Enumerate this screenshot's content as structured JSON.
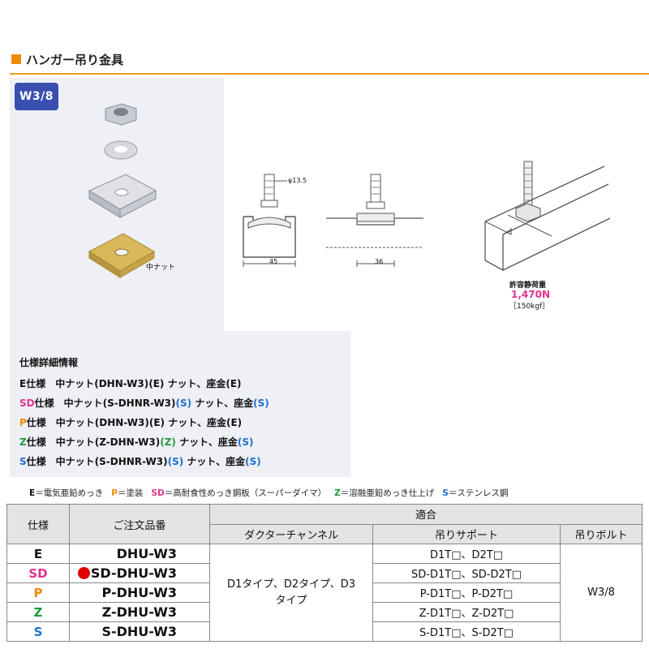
{
  "header": {
    "title": "ハンガー吊り金具"
  },
  "badge": "W3/8",
  "figure": {
    "part_label": "中ナット",
    "dim_phi": "φ13.5",
    "dim_left": "45",
    "dim_right": "36",
    "load_label": "許容静荷重",
    "load_value": "1,470N",
    "load_kgf": "［150kgf］"
  },
  "colors": {
    "accent": "#f08a00",
    "badge": "#3b4fb0",
    "sd": "#e0338f",
    "p": "#f08a00",
    "z": "#1f9a3a",
    "s": "#1d6fd0"
  },
  "specs": {
    "title": "仕様詳細情報",
    "rows": [
      {
        "code": "E",
        "text": "仕様　中ナット(DHN-W3)",
        "m1": "(E)",
        "text2": "ナット、座金",
        "m2": "(E)"
      },
      {
        "code": "SD",
        "text": "仕様　中ナット(S-DHNR-W3)",
        "m1": "(S)",
        "text2": "ナット、座金",
        "m2": "(S)"
      },
      {
        "code": "P",
        "text": "仕様　中ナット(DHN-W3)",
        "m1": "(E)",
        "text2": "ナット、座金",
        "m2": "(E)"
      },
      {
        "code": "Z",
        "text": "仕様　中ナット(Z-DHN-W3)",
        "m1": "(Z)",
        "text2": "ナット、座金",
        "m2": "(S)"
      },
      {
        "code": "S",
        "text": "仕様　中ナット(S-DHNR-W3)",
        "m1": "(S)",
        "text2": "ナット、座金",
        "m2": "(S)"
      }
    ]
  },
  "legend": {
    "e": "E",
    "e_text": "＝電気亜鉛めっき",
    "p": "P",
    "p_text": "＝塗装",
    "sd": "SD",
    "sd_text": "＝高耐食性めっき鋼板（スーパーダイマ）",
    "z": "Z",
    "z_text": "＝溶融亜鉛めっき仕上げ",
    "s": "S",
    "s_text": "＝ステンレス鋼"
  },
  "table": {
    "headers": {
      "spec": "仕様",
      "order": "ご注文品番",
      "fit": "適合",
      "duct": "ダクターチャンネル",
      "support": "吊りサポート",
      "bolt": "吊りボルト"
    },
    "duct_value": "D1タイプ、D2タイプ、D3タイプ",
    "bolt_value": "W3/8",
    "rows": [
      {
        "spec": "E",
        "code": "DHU-W3",
        "support": "D1T□、D2T□"
      },
      {
        "spec": "SD",
        "code": "SD-DHU-W3",
        "support": "SD-D1T□、SD-D2T□"
      },
      {
        "spec": "P",
        "code": "P-DHU-W3",
        "support": "P-D1T□、P-D2T□"
      },
      {
        "spec": "Z",
        "code": "Z-DHU-W3",
        "support": "Z-D1T□、Z-D2T□"
      },
      {
        "spec": "S",
        "code": "S-DHU-W3",
        "support": "S-D1T□、S-D2T□"
      }
    ]
  }
}
